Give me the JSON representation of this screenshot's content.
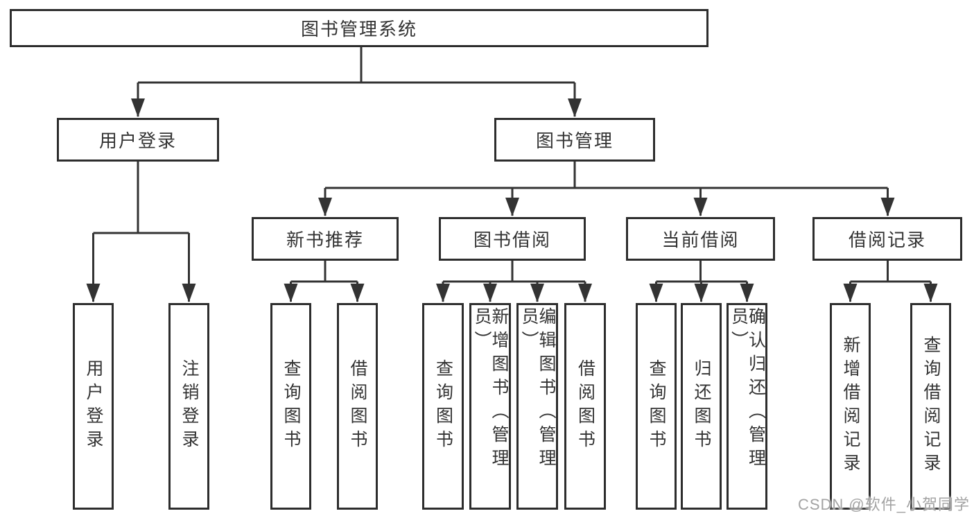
{
  "tree": {
    "label": "图书管理系统",
    "children": [
      {
        "label": "用户登录",
        "children": [
          {
            "label": "用户登录"
          },
          {
            "label": "注销登录"
          }
        ]
      },
      {
        "label": "图书管理",
        "children": [
          {
            "label": "新书推荐",
            "children": [
              {
                "label": "查询图书"
              },
              {
                "label": "借阅图书"
              }
            ]
          },
          {
            "label": "图书借阅",
            "children": [
              {
                "label": "查询图书"
              },
              {
                "label": "新增图书（管理员）"
              },
              {
                "label": "编辑图书（管理员）"
              },
              {
                "label": "借阅图书"
              }
            ]
          },
          {
            "label": "当前借阅",
            "children": [
              {
                "label": "查询图书"
              },
              {
                "label": "归还图书"
              },
              {
                "label": "确认归还（管理员）"
              }
            ]
          },
          {
            "label": "借阅记录",
            "children": [
              {
                "label": "新增借阅记录"
              },
              {
                "label": "查询借阅记录"
              }
            ]
          }
        ]
      }
    ]
  },
  "watermark": {
    "text": "CSDN @软件_小贺同学",
    "color": "#a3a3a3"
  },
  "colors": {
    "line": "#333333",
    "box_border": "#2d2d2d",
    "box_fill": "#ffffff",
    "text": "#333333",
    "background": "#ffffff"
  }
}
